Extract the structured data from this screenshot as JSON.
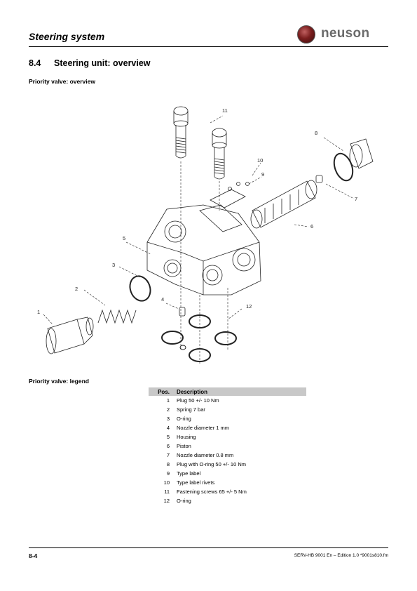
{
  "header": {
    "title": "Steering system",
    "brand": "neuson"
  },
  "section": {
    "number": "8.4",
    "title": "Steering unit: overview"
  },
  "overview_heading": "Priority valve: overview",
  "legend_heading": "Priority valve: legend",
  "callouts": [
    "1",
    "2",
    "3",
    "4",
    "5",
    "6",
    "7",
    "8",
    "9",
    "10",
    "11",
    "12"
  ],
  "legend": {
    "col_pos": "Pos.",
    "col_desc": "Description",
    "rows": [
      {
        "pos": "1",
        "desc": "Plug 50 +/- 10 Nm"
      },
      {
        "pos": "2",
        "desc": "Spring 7 bar"
      },
      {
        "pos": "3",
        "desc": "O-ring"
      },
      {
        "pos": "4",
        "desc": "Nozzle diameter 1 mm"
      },
      {
        "pos": "5",
        "desc": "Housing"
      },
      {
        "pos": "6",
        "desc": "Piston"
      },
      {
        "pos": "7",
        "desc": "Nozzle diameter 0.8 mm"
      },
      {
        "pos": "8",
        "desc": "Plug with O-ring 50 +/- 10 Nm"
      },
      {
        "pos": "9",
        "desc": "Type label"
      },
      {
        "pos": "10",
        "desc": "Type label rivets"
      },
      {
        "pos": "11",
        "desc": "Fastening screws 65 +/- 5 Nm"
      },
      {
        "pos": "12",
        "desc": "O-ring"
      }
    ]
  },
  "footer": {
    "page": "8-4",
    "edition": "SERV-HB 9001 En – Edition 1.0 *9001s810.fm"
  }
}
